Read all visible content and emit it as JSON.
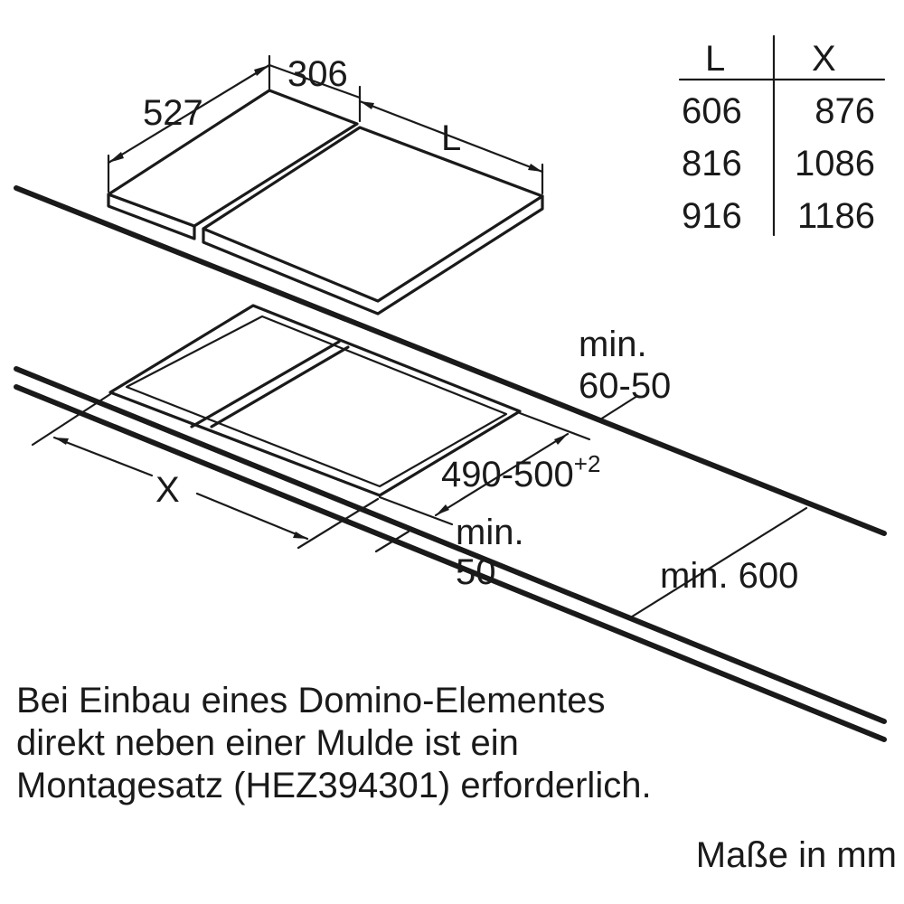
{
  "dimensions": {
    "depth": "527",
    "domino_width": "306",
    "length_label": "L",
    "cutout_width_label": "X",
    "min_rear_line1": "min.",
    "min_rear_line2": "60-50",
    "cutout_depth_base": "490-500",
    "cutout_depth_tolerance": "+2",
    "min_front_line1": "min.",
    "min_front_line2": "50",
    "min_depth": "min. 600"
  },
  "table": {
    "headers": [
      "L",
      "X"
    ],
    "rows": [
      [
        "606",
        "876"
      ],
      [
        "816",
        "1086"
      ],
      [
        "916",
        "1186"
      ]
    ]
  },
  "note": {
    "lines": [
      "Bei Einbau eines Domino-Elementes",
      "direkt neben einer Mulde ist ein",
      "Montagesatz (HEZ394301) erforderlich."
    ]
  },
  "units": "Maße in mm"
}
